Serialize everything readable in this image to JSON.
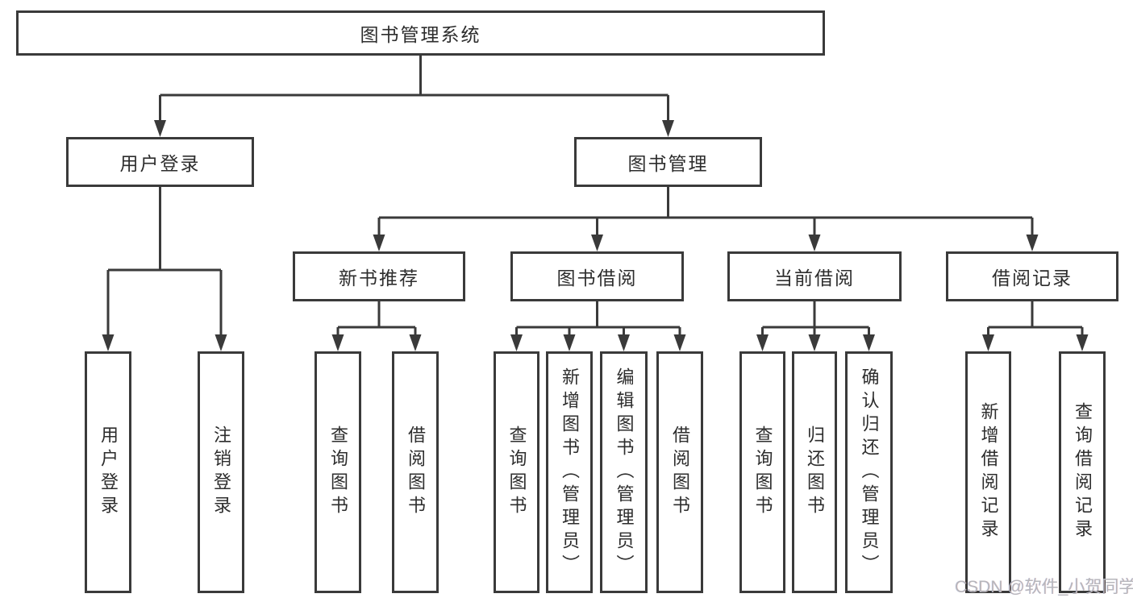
{
  "tree": {
    "label": "图书管理系统",
    "children": [
      {
        "label": "用户登录",
        "children": [
          {
            "label": "用户登录"
          },
          {
            "label": "注销登录"
          }
        ]
      },
      {
        "label": "图书管理",
        "children": [
          {
            "label": "新书推荐",
            "children": [
              {
                "label": "查询图书"
              },
              {
                "label": "借阅图书"
              }
            ]
          },
          {
            "label": "图书借阅",
            "children": [
              {
                "label": "查询图书"
              },
              {
                "label": "新增图书（管理员）"
              },
              {
                "label": "编辑图书（管理员）"
              },
              {
                "label": "借阅图书"
              }
            ]
          },
          {
            "label": "当前借阅",
            "children": [
              {
                "label": "查询图书"
              },
              {
                "label": "归还图书"
              },
              {
                "label": "确认归还（管理员）"
              }
            ]
          },
          {
            "label": "借阅记录",
            "children": [
              {
                "label": "新增借阅记录"
              },
              {
                "label": "查询借阅记录"
              }
            ]
          }
        ]
      }
    ]
  },
  "watermark": {
    "text": "CSDN @软件_小贺同学"
  },
  "colors": {
    "line": "#3a3a3a",
    "border": "#3a3a3a",
    "text": "#2d2d2d",
    "watermark_text": "#b6b6bb",
    "background": "#ffffff"
  }
}
